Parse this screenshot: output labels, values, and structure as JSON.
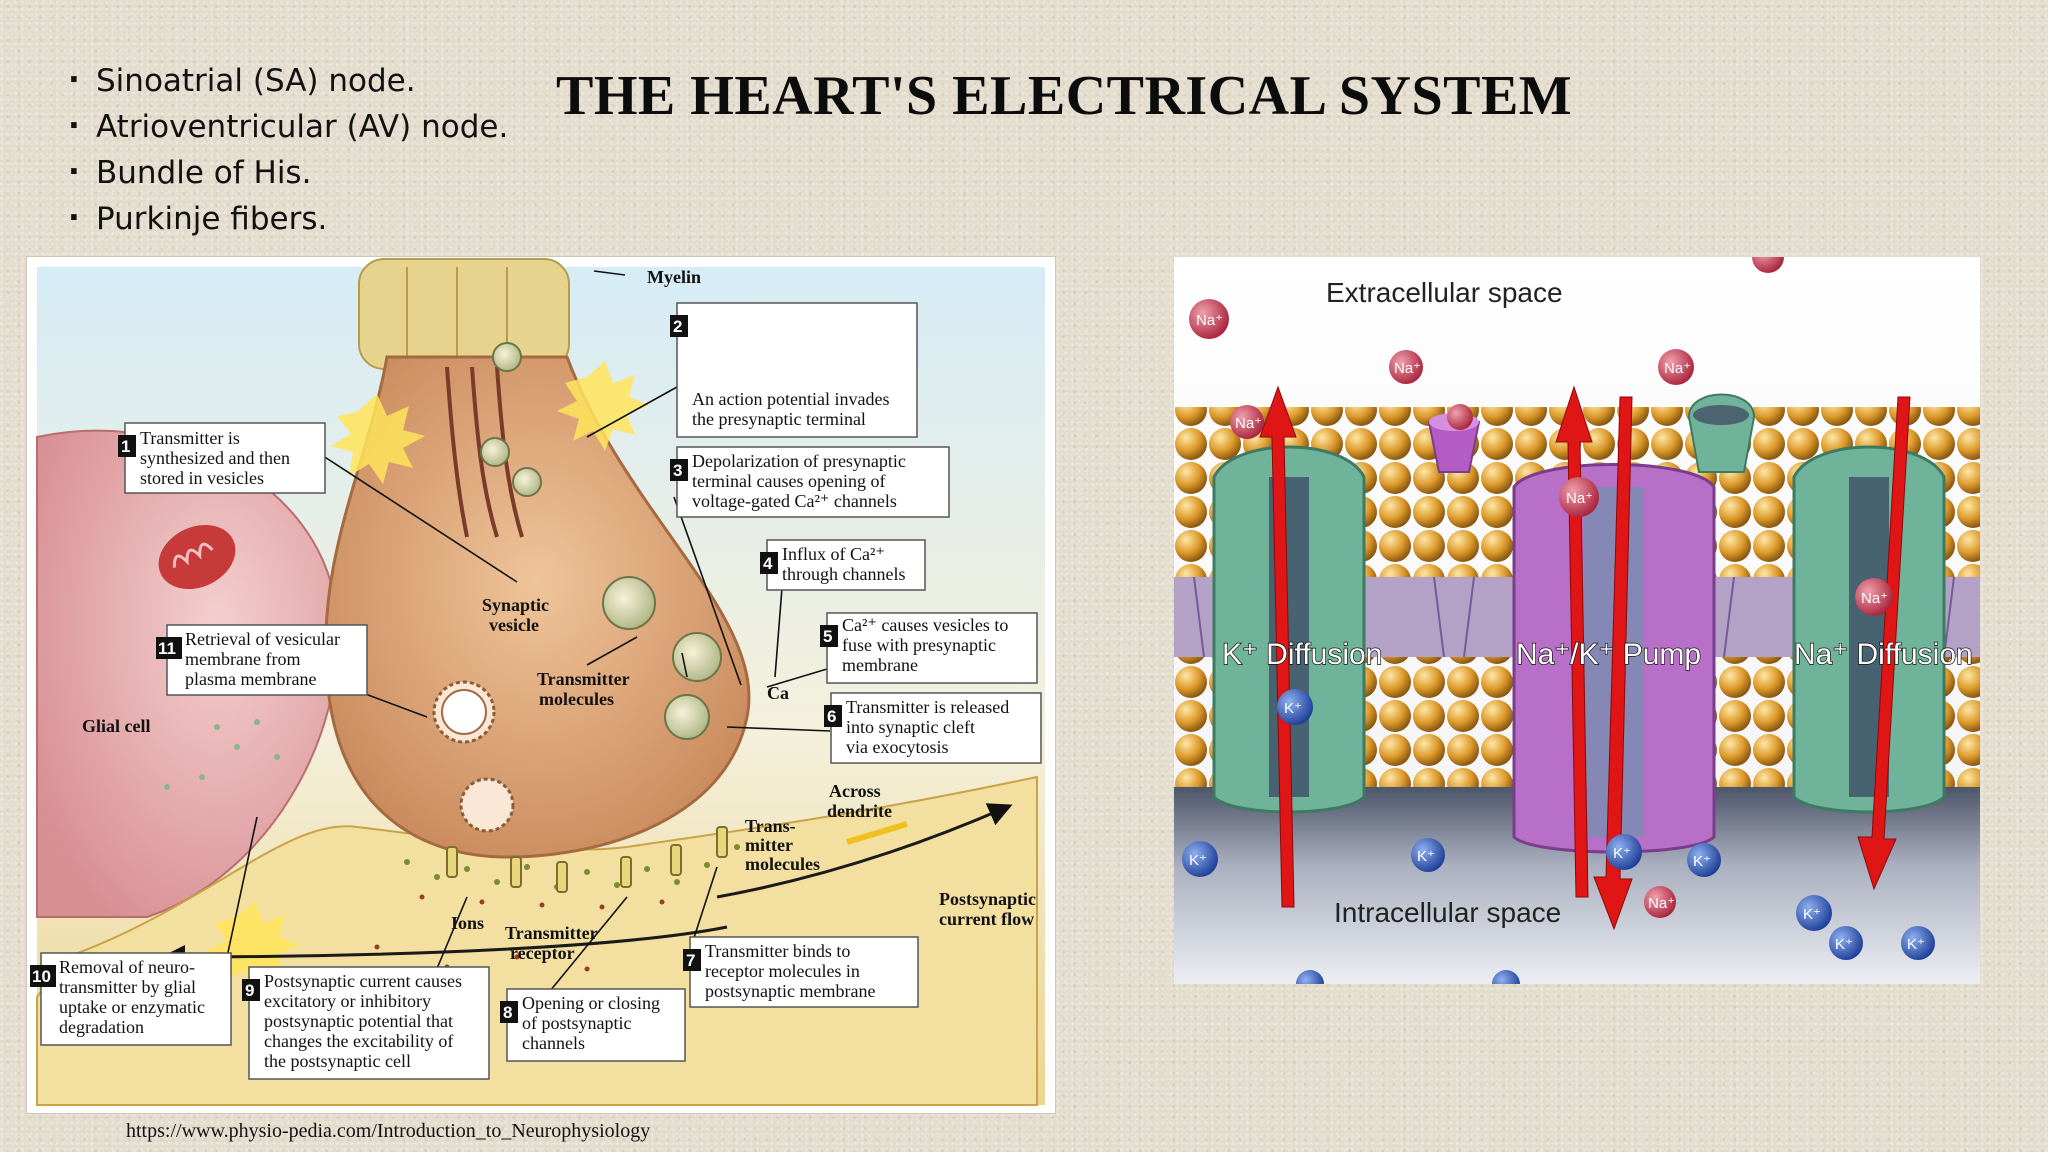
{
  "slide": {
    "title": "THE HEART'S ELECTRICAL SYSTEM",
    "bullets": [
      "Sinoatrial (SA) node.",
      "Atrioventricular (AV) node.",
      "Bundle of His.",
      "Purkinje fibers."
    ],
    "source": "https://www.physio-pedia.com/Introduction_to_Neurophysiology"
  },
  "synapse": {
    "labels": {
      "myelin": "Myelin",
      "synaptic_vesicle": [
        "Synaptic",
        "vesicle"
      ],
      "transmitter_molecules": [
        "Transmitter",
        "molecules"
      ],
      "ca": "Ca",
      "glial_cell": "Glial cell",
      "across_dendrite": [
        "Across",
        "dendrite"
      ],
      "trans_mitter_molecules": [
        "Trans-",
        "mitter",
        "molecules"
      ],
      "postsynaptic_current": [
        "Postsynaptic",
        "current flow"
      ],
      "ions": "Ions",
      "transmitter_receptor": [
        "Transmitter",
        "receptor"
      ]
    },
    "steps": [
      {
        "n": "1",
        "lines": [
          "Transmitter is",
          "synthesized and then",
          "stored in vesicles"
        ]
      },
      {
        "n": "2",
        "lines": [
          "An action potential invades",
          "the presynaptic terminal"
        ]
      },
      {
        "n": "3",
        "lines": [
          "Depolarization of presynaptic",
          "terminal causes opening of",
          "voltage-gated Ca²⁺ channels"
        ]
      },
      {
        "n": "4",
        "lines": [
          "Influx of Ca²⁺",
          "through channels"
        ]
      },
      {
        "n": "5",
        "lines": [
          "Ca²⁺ causes vesicles to",
          "fuse with presynaptic",
          "membrane"
        ]
      },
      {
        "n": "6",
        "lines": [
          "Transmitter is released",
          "into synaptic cleft",
          "via exocytosis"
        ]
      },
      {
        "n": "7",
        "lines": [
          "Transmitter binds to",
          "receptor molecules in",
          "postsynaptic membrane"
        ]
      },
      {
        "n": "8",
        "lines": [
          "Opening or closing",
          "of postsynaptic",
          "channels"
        ]
      },
      {
        "n": "9",
        "lines": [
          "Postsynaptic current causes",
          "excitatory or inhibitory",
          "postsynaptic potential that",
          "changes the excitability of",
          "the postsynaptic cell"
        ]
      },
      {
        "n": "10",
        "lines": [
          "Removal of neuro-",
          "transmitter by glial",
          "uptake or enzymatic",
          "degradation"
        ]
      },
      {
        "n": "11",
        "lines": [
          "Retrieval of vesicular",
          "membrane from",
          "plasma membrane"
        ]
      }
    ]
  },
  "membrane": {
    "extracellular": "Extracellular space",
    "intracellular": "Intracellular space",
    "channels": [
      "K⁺ Diffusion",
      "Na⁺/K⁺ Pump",
      "Na⁺ Diffusion"
    ],
    "ions": {
      "na": "Na⁺",
      "k": "K⁺"
    }
  },
  "colors": {
    "title": "#0c0c0c",
    "background": "#e3dccd",
    "neuron": "#d9a679",
    "arrow_red": "#e01515",
    "na_ion": "#c8344d",
    "k_ion": "#2c55b8"
  }
}
